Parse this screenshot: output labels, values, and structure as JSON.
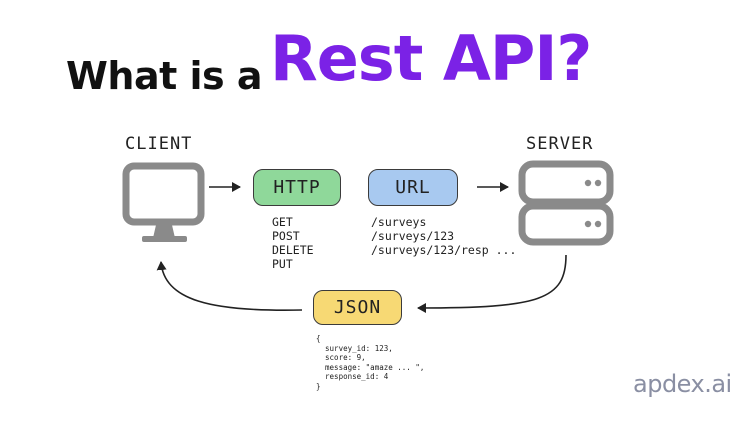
{
  "title": {
    "part1": "What is a",
    "part2": "Rest API?"
  },
  "client_label": "CLIENT",
  "server_label": "SERVER",
  "http": {
    "label": "HTTP",
    "methods": [
      "GET",
      "POST",
      "DELETE",
      "PUT"
    ]
  },
  "url": {
    "label": "URL",
    "paths": [
      "/surveys",
      "/surveys/123",
      "/surveys/123/resp ..."
    ]
  },
  "json": {
    "label": "JSON",
    "body": [
      "{",
      "  survey_id: 123,",
      "  score: 9,",
      "  message: \"amaze ... \",",
      "  response_id: 4",
      "}"
    ]
  },
  "brand": "apdex.ai",
  "colors": {
    "title_accent": "#7b22e6",
    "http_fill": "#8fd89a",
    "url_fill": "#a8c9f0",
    "json_fill": "#f7d974",
    "icon_gray": "#8a8a8a"
  }
}
